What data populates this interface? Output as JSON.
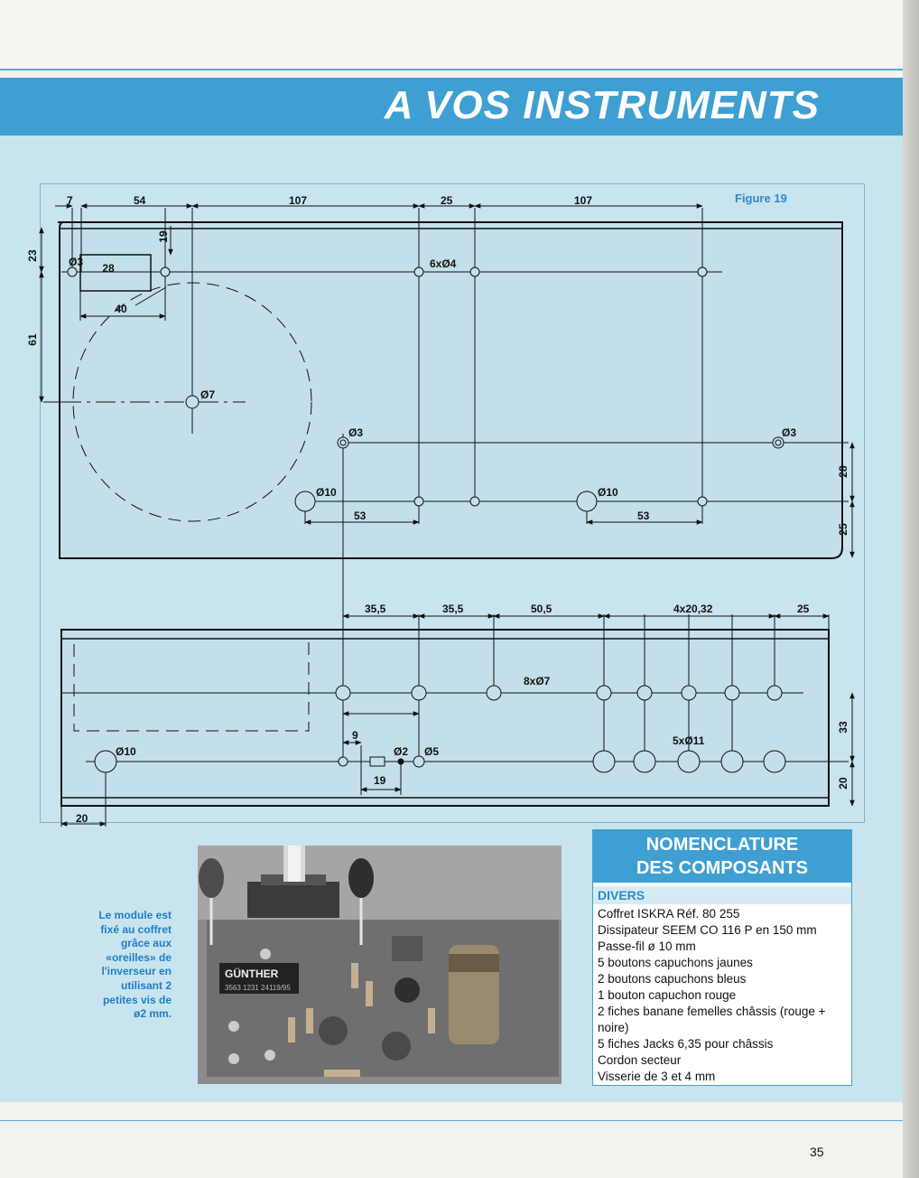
{
  "header": {
    "title": "A VOS INSTRUMENTS"
  },
  "figure": {
    "label": "Figure 19",
    "top_dims": [
      "7",
      "54",
      "107",
      "25",
      "107"
    ],
    "left_dims": [
      "23",
      "61"
    ],
    "small_dims": [
      "19",
      "28",
      "40"
    ],
    "right_dims": [
      "28",
      "25"
    ],
    "labels_upper": {
      "d3_left": "Ø3",
      "six_d4": "6xØ4",
      "d7": "Ø7",
      "d3_mid": "Ø3",
      "d3_right": "Ø3",
      "d10_a": "Ø10",
      "d10_b": "Ø10",
      "dim53_a": "53",
      "dim53_b": "53"
    },
    "mid_dims": [
      "35,5",
      "35,5",
      "50,5",
      "4x20,32",
      "25"
    ],
    "lower_right_dims": [
      "33",
      "20"
    ],
    "labels_lower": {
      "eight_d7": "8xØ7",
      "five_d11": "5xØ11",
      "d10": "Ø10",
      "d2": "Ø2",
      "d5": "Ø5",
      "dim9": "9",
      "dim19": "19",
      "dim20": "20"
    }
  },
  "caption": "Le module est fixé au coffret grâce aux «oreilles» de l'inverseur en utilisant 2 petites vis de ø2 mm.",
  "photo": {
    "chip_text": "GÜNTHER",
    "chip_code": "3563 1231 24119/95"
  },
  "nomenclature": {
    "title_line1": "NOMENCLATURE",
    "title_line2": "DES COMPOSANTS",
    "section": "DIVERS",
    "items": [
      "Coffret ISKRA Réf. 80 255",
      "Dissipateur SEEM CO 116 P en 150 mm",
      "Passe-fil ø 10 mm",
      "5 boutons capuchons jaunes",
      "2 boutons capuchons bleus",
      "1 bouton capuchon rouge",
      "2 fiches banane femelles châssis (rouge + noire)",
      "5 fiches Jacks 6,35 pour châssis",
      "Cordon secteur",
      "Visserie de 3 et 4 mm"
    ]
  },
  "page_number": "35",
  "colors": {
    "banner": "#3f9fd2",
    "panel": "#c8e4ef",
    "figure_label": "#2f88c5"
  }
}
